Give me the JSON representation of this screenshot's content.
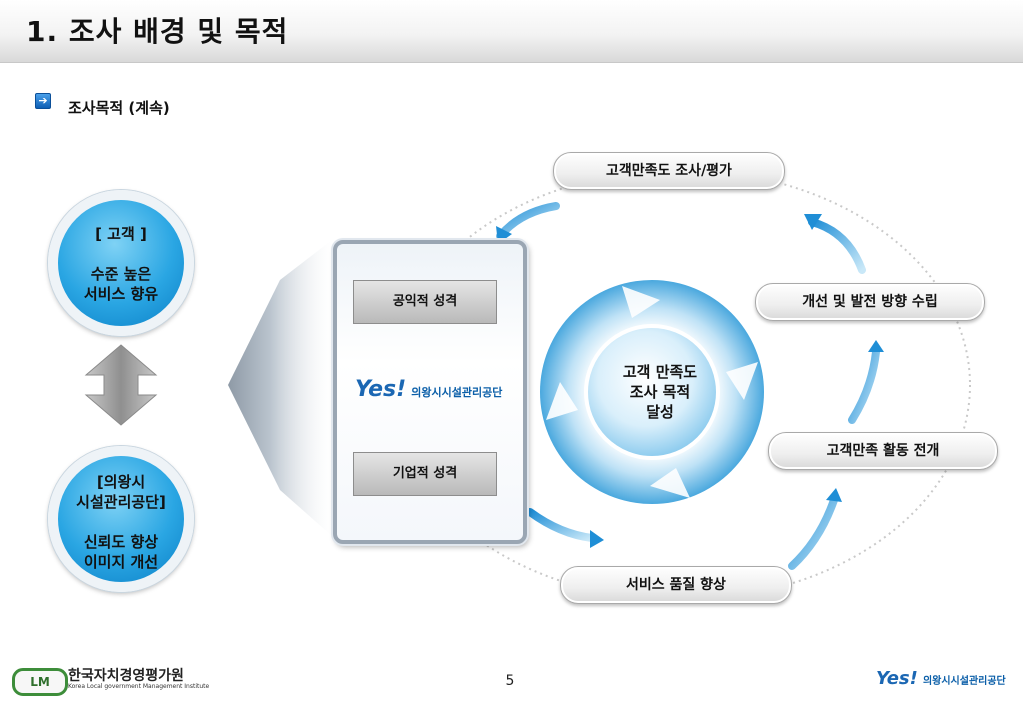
{
  "header": {
    "title": "1. 조사 배경 및 목적"
  },
  "subtitle": "조사목적 (계속)",
  "left": {
    "top_circle": "[ 고객 ]\n\n수준 높은\n서비스 향유",
    "bottom_circle": "[의왕시\n시설관리공단]\n\n신뢰도 향상\n이미지 개선"
  },
  "panel": {
    "top_box": "공익적 성격",
    "bottom_box": "기업적 성격",
    "logo_yes": "Yes!",
    "logo_name": "의왕시시설관리공단"
  },
  "center": "고객 만족도\n조사 목적\n달성",
  "cycle": {
    "step1": "고객만족도 조사/평가",
    "step2": "개선 및 발전 방향 수립",
    "step3": "고객만족 활동 전개",
    "step4": "서비스 품질 향상"
  },
  "footer": {
    "page": "5",
    "org_name": "한국자치경영평가원",
    "org_name_en": "Korea Local government Management Institute",
    "org_logo": "LM",
    "right_logo_yes": "Yes!",
    "right_logo_name": "의왕시시설관리공단"
  },
  "colors": {
    "accent_blue": "#2aa6e3",
    "dark_blue": "#0b7fc6",
    "gray": "#b9b9b9"
  },
  "icons": [
    "arrow-right-bullet-icon",
    "double-arrow-vertical-icon",
    "cycle-ring-icon",
    "curved-arrow-icon"
  ]
}
